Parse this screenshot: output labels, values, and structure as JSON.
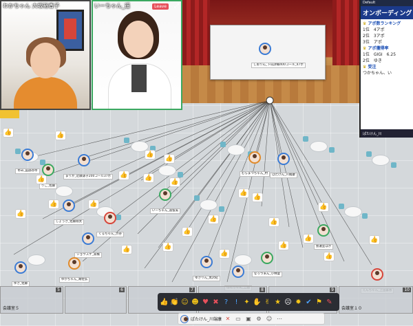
{
  "videos": [
    {
      "name": "わかちゃん 大坂裕香子"
    },
    {
      "name": "いーちゃん_遥",
      "leave_label": "Leave",
      "expand_icon": "expand-icon"
    }
  ],
  "stage": {
    "speaker_label": "しおりん_下山詩織400コール_47ポ"
  },
  "panel": {
    "header": "Default",
    "title": "オンボーディング",
    "section1": "アポ数ランキング",
    "rows1": [
      "1位　4アポ",
      "2位　3アポ",
      "3位　アポ"
    ],
    "section2": "アポ獲得率",
    "rows2": [
      "1位　GIGI　6.25",
      "2位　ゆき"
    ],
    "section3": "受注",
    "rows3": [
      "つかちゃん、い"
    ],
    "footer": "ぱたけん_川"
  },
  "floor_users": [
    {
      "label": "ゆみ_田部谷ゆ"
    },
    {
      "label": "りこ_佐藤"
    },
    {
      "label": "まりか_近藤詠子200コール37ポ"
    },
    {
      "label": "むらまつちゃん_村"
    },
    {
      "label": "ぱたけん_川端康"
    },
    {
      "label": "いーちゃん_遥留美"
    },
    {
      "label": "しょうき_佐藤翔太"
    },
    {
      "label": "くるちゃん_渋谷"
    },
    {
      "label": "ショウスケ_高橋"
    },
    {
      "label": "ゆかちゃん_湖佐弘"
    },
    {
      "label": "ゆきりん_黒沢結"
    },
    {
      "label": "なっつぁん_小林夏"
    },
    {
      "label": "はんちゃん_上田"
    },
    {
      "label": "えんちゃん_上田喜香"
    },
    {
      "label": "ゆき_佐藤"
    },
    {
      "label": "会議室ほか"
    }
  ],
  "rooms": [
    {
      "label": "会議室５",
      "num": "5"
    },
    {
      "label": "",
      "num": "6"
    },
    {
      "label": "",
      "num": "7"
    },
    {
      "label": "",
      "num": "8"
    },
    {
      "label": "",
      "num": "9"
    },
    {
      "label": "会議室１０",
      "num": "10"
    }
  ],
  "bottombar": {
    "me_label": "ぱたけん_川端康"
  }
}
